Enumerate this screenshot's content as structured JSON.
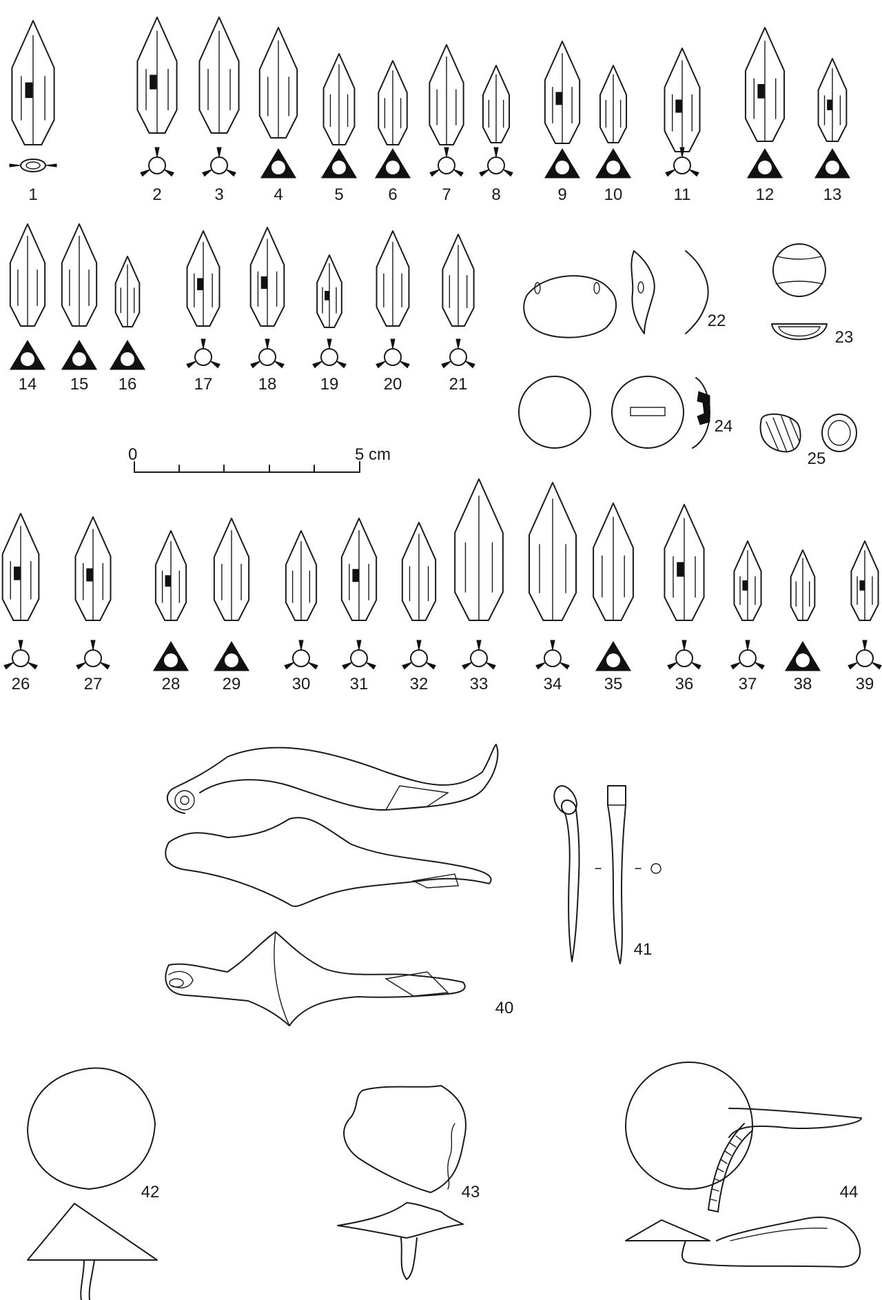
{
  "plate": {
    "arrowheads": [
      {
        "number": "1",
        "section": "flat"
      },
      {
        "number": "2",
        "section": "three-vane"
      },
      {
        "number": "3",
        "section": "three-vane"
      },
      {
        "number": "4",
        "section": "triangular"
      },
      {
        "number": "5",
        "section": "triangular"
      },
      {
        "number": "6",
        "section": "triangular"
      },
      {
        "number": "7",
        "section": "three-vane"
      },
      {
        "number": "8",
        "section": "three-vane"
      },
      {
        "number": "9",
        "section": "triangular"
      },
      {
        "number": "10",
        "section": "triangular"
      },
      {
        "number": "11",
        "section": "three-vane"
      },
      {
        "number": "12",
        "section": "triangular"
      },
      {
        "number": "13",
        "section": "triangular"
      },
      {
        "number": "14",
        "section": "triangular"
      },
      {
        "number": "15",
        "section": "triangular"
      },
      {
        "number": "16",
        "section": "triangular"
      },
      {
        "number": "17",
        "section": "three-vane"
      },
      {
        "number": "18",
        "section": "three-vane"
      },
      {
        "number": "19",
        "section": "three-vane"
      },
      {
        "number": "20",
        "section": "three-vane"
      },
      {
        "number": "21",
        "section": "three-vane"
      },
      {
        "number": "26",
        "section": "three-vane"
      },
      {
        "number": "27",
        "section": "three-vane"
      },
      {
        "number": "28",
        "section": "triangular"
      },
      {
        "number": "29",
        "section": "triangular"
      },
      {
        "number": "30",
        "section": "three-vane"
      },
      {
        "number": "31",
        "section": "three-vane"
      },
      {
        "number": "32",
        "section": "three-vane"
      },
      {
        "number": "33",
        "section": "three-vane"
      },
      {
        "number": "34",
        "section": "three-vane"
      },
      {
        "number": "35",
        "section": "triangular"
      },
      {
        "number": "36",
        "section": "three-vane"
      },
      {
        "number": "37",
        "section": "three-vane"
      },
      {
        "number": "38",
        "section": "triangular"
      },
      {
        "number": "39",
        "section": "three-vane"
      }
    ],
    "other_items": [
      {
        "number": "22",
        "kind": "plaque"
      },
      {
        "number": "23",
        "kind": "bead"
      },
      {
        "number": "24",
        "kind": "disc"
      },
      {
        "number": "25",
        "kind": "spiral-ring"
      },
      {
        "number": "40",
        "kind": "fibula"
      },
      {
        "number": "41",
        "kind": "pin"
      },
      {
        "number": "42",
        "kind": "conical-button"
      },
      {
        "number": "43",
        "kind": "conical-button"
      },
      {
        "number": "44",
        "kind": "button-with-loop"
      }
    ],
    "scale_bar": {
      "start": "0",
      "end": "5 cm",
      "segments": 5
    }
  }
}
